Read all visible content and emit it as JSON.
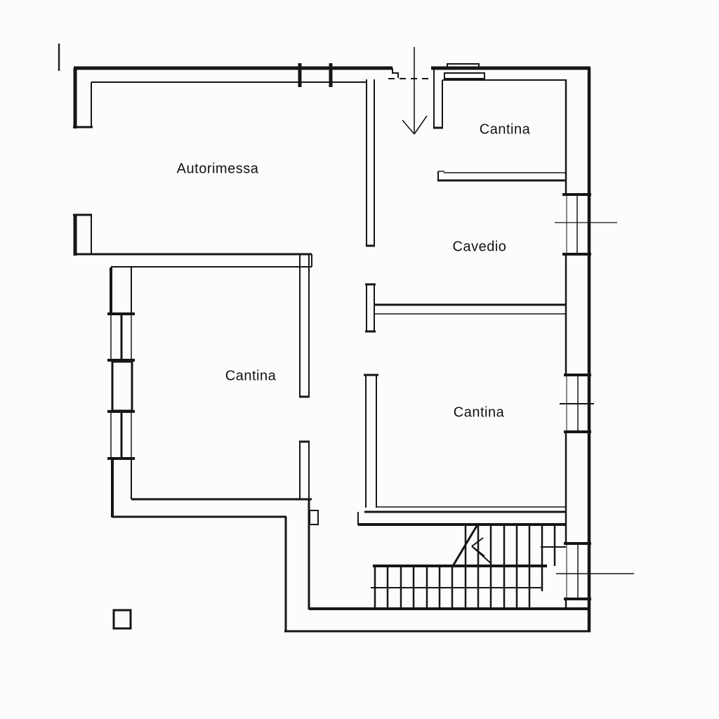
{
  "meta": {
    "drawing_type": "basement floor plan"
  },
  "colors": {
    "background": "#fcfcfc",
    "wall": "#161616",
    "label": "#111111",
    "faint_line": "#555555"
  },
  "rooms": [
    {
      "id": "autorimessa",
      "label": "Autorimessa"
    },
    {
      "id": "cantina-top",
      "label": "Cantina"
    },
    {
      "id": "cavedio",
      "label": "Cavedio"
    },
    {
      "id": "cantina-left",
      "label": "Cantina"
    },
    {
      "id": "cantina-right",
      "label": "Cantina"
    }
  ],
  "symbols": [
    {
      "id": "entrance-arrow",
      "name": "entrance-direction-arrow"
    },
    {
      "id": "staircase",
      "name": "staircase-with-up-arrow"
    },
    {
      "id": "entrance-door",
      "name": "dashed-door-threshold"
    },
    {
      "id": "windows",
      "name": "double-line-window-symbols"
    },
    {
      "id": "pillar",
      "name": "freestanding-pillar"
    }
  ]
}
